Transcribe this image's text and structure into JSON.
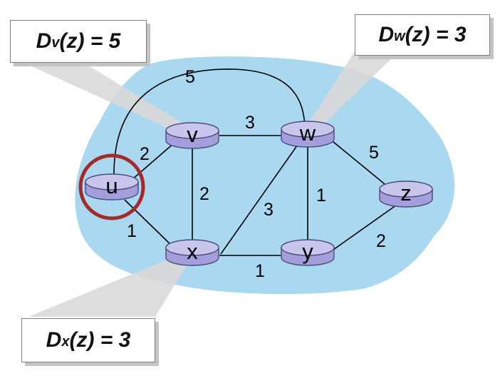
{
  "colors": {
    "cloud": "#a9d8f0",
    "router_top": "#c9c6ee",
    "router_body": "#a39fdc",
    "router_edge": "#4a4a7a",
    "highlight": "#a52a2a",
    "callout_shade": "#d9d9d9"
  },
  "routers": [
    {
      "id": "u",
      "label": "u"
    },
    {
      "id": "v",
      "label": "v"
    },
    {
      "id": "w",
      "label": "w"
    },
    {
      "id": "x",
      "label": "x"
    },
    {
      "id": "y",
      "label": "y"
    },
    {
      "id": "z",
      "label": "z"
    }
  ],
  "links": [
    {
      "id": "u-w",
      "cost": "5"
    },
    {
      "id": "u-v",
      "cost": "2"
    },
    {
      "id": "u-x",
      "cost": "1"
    },
    {
      "id": "v-w",
      "cost": "3"
    },
    {
      "id": "v-x",
      "cost": "2"
    },
    {
      "id": "w-x",
      "cost": "3"
    },
    {
      "id": "w-y",
      "cost": "1"
    },
    {
      "id": "w-z",
      "cost": "5"
    },
    {
      "id": "x-y",
      "cost": "1"
    },
    {
      "id": "y-z",
      "cost": "2"
    }
  ],
  "callouts": {
    "v": {
      "prefix": "D",
      "sub": "v",
      "rest": "(z) = 5"
    },
    "w": {
      "prefix": "D",
      "sub": "w",
      "rest": "(z) = 3"
    },
    "x": {
      "prefix": "D",
      "sub": "x",
      "rest": "(z) = 3"
    }
  }
}
